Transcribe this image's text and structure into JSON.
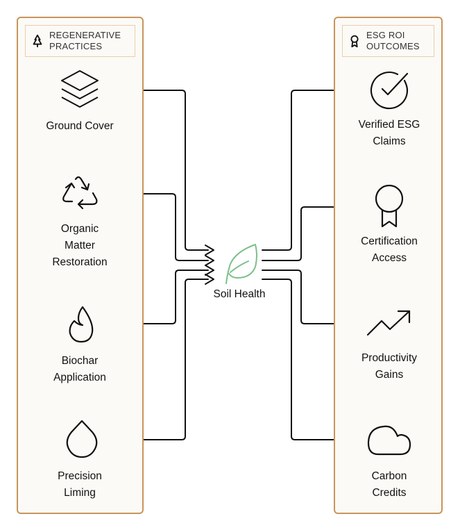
{
  "left_panel": {
    "title": "REGENERATIVE PRACTICES",
    "icon": "tree-icon",
    "items": [
      {
        "label": "Ground Cover",
        "icon": "layers-icon"
      },
      {
        "label": "Organic\nMatter\nRestoration",
        "icon": "recycle-icon"
      },
      {
        "label": "Biochar\nApplication",
        "icon": "flame-icon"
      },
      {
        "label": "Precision\nLiming",
        "icon": "droplet-icon"
      }
    ]
  },
  "center": {
    "label": "Soil Health",
    "icon": "leaf-icon",
    "icon_color": "#7cc08a"
  },
  "right_panel": {
    "title": "ESG ROI OUTCOMES",
    "icon": "award-icon",
    "items": [
      {
        "label": "Verified ESG\nClaims",
        "icon": "check-circle-icon"
      },
      {
        "label": "Certification\nAccess",
        "icon": "award-icon"
      },
      {
        "label": "Productivity\nGains",
        "icon": "trending-up-icon"
      },
      {
        "label": "Carbon\nCredits",
        "icon": "cloud-icon"
      }
    ]
  },
  "colors": {
    "panel_border": "#c8955a",
    "panel_fill": "#fcfaf6",
    "wire": "#111111",
    "accent_leaf": "#7cc08a"
  }
}
